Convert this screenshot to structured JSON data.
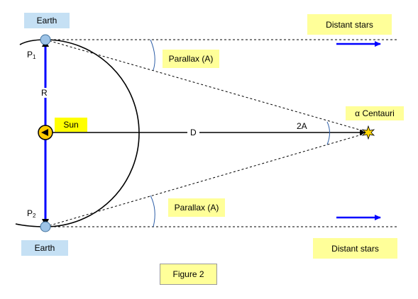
{
  "labels": {
    "earth_top": "Earth",
    "earth_bottom": "Earth",
    "distant_stars_top": "Distant stars",
    "distant_stars_bottom": "Distant stars",
    "parallax_top": "Parallax (A)",
    "parallax_bottom": "Parallax (A)",
    "sun": "Sun",
    "alpha_centauri": "α Centauri",
    "p1": "P",
    "p1_sub": "1",
    "p2": "P",
    "p2_sub": "2",
    "radius": "R",
    "distance": "D",
    "angle_2a": "2A",
    "figure": "Figure 2"
  },
  "colors": {
    "label_box": "#ffff99",
    "earth_box": "#c5e0f4",
    "sun_box": "#ffff00",
    "arrow_blue": "#0000ff",
    "angle_arc": "#2e5fa8",
    "earth_fill": "#9dc3e6",
    "sun_fill": "#ffcc00"
  },
  "icons": {
    "sun": "sun-icon",
    "earth": "earth-icon",
    "star": "star-icon"
  }
}
